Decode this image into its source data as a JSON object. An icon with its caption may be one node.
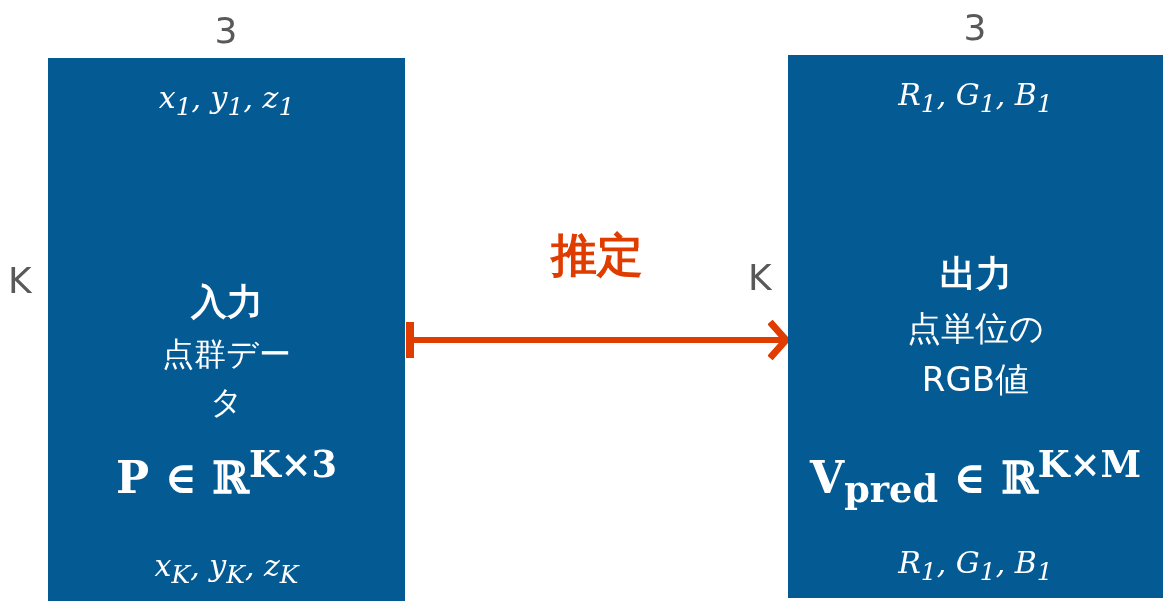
{
  "diagram": {
    "nodes": [
      {
        "text": [
          "x$_{1}$, y$_{1}$, z$_{1}$",
          "入力",
          "点群データ",
          "**P** ∈ ℝ$^{K×3}$",
          "x$_{K}$, y$_{K}$, z$_{K}$"
        ],
        "beside": [
          "3",
          "K"
        ]
      },
      {
        "text": [
          "R$_{1}$, G$_{1}$, B$_{1}$",
          "出力",
          "点単位のRGB値",
          "**V**$_{pred}$ ∈ ℝ$^{K×M}$",
          "R$_{1}$, G$_{1}$, B$_{1}$"
        ],
        "beside": [
          "3",
          "K"
        ]
      }
    ],
    "edges": [
      {
        "from": 0,
        "to": 1,
        "arrow": "to",
        "label": "推定",
        "color": "#e03c00"
      }
    ]
  }
}
